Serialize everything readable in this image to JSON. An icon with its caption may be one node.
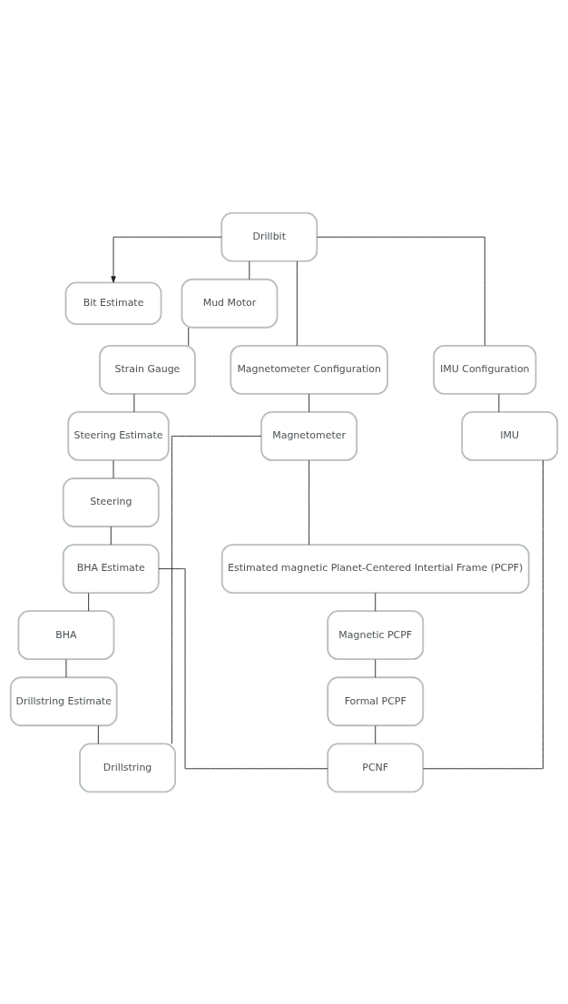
{
  "diagram": {
    "nodes": [
      {
        "text": [
          "Bit Estimate"
        ]
      },
      {
        "text": [
          "Drillbit"
        ]
      },
      {
        "text": [
          "Mud Motor"
        ]
      },
      {
        "text": [
          "Strain Gauge"
        ]
      },
      {
        "text": [
          "Steering Estimate"
        ]
      },
      {
        "text": [
          "Steering"
        ]
      },
      {
        "text": [
          "BHA Estimate"
        ]
      },
      {
        "text": [
          "BHA"
        ]
      },
      {
        "text": [
          "Drillstring Estimate"
        ]
      },
      {
        "text": [
          "Drillstring"
        ]
      },
      {
        "text": [
          "Magnetometer Configuration"
        ]
      },
      {
        "text": [
          "Magnetometer"
        ]
      },
      {
        "text": [
          "Estimated magnetic Planet-Centered Intertial Frame (PCPF)"
        ]
      },
      {
        "text": [
          "Magnetic PCPF"
        ]
      },
      {
        "text": [
          "Formal PCPF"
        ]
      },
      {
        "text": [
          "IMU Configuration"
        ]
      },
      {
        "text": [
          "IMU"
        ]
      },
      {
        "text": [
          "PCNF"
        ]
      }
    ],
    "edges": [
      {
        "from": 1,
        "to": 0,
        "arrow": "to"
      },
      {
        "from": 1,
        "to": 2,
        "arrow": "none"
      },
      {
        "from": 2,
        "to": 3,
        "arrow": "none"
      },
      {
        "from": 3,
        "to": 4,
        "arrow": "none"
      },
      {
        "from": 4,
        "to": 5,
        "arrow": "none"
      },
      {
        "from": 5,
        "to": 6,
        "arrow": "none"
      },
      {
        "from": 6,
        "to": 7,
        "arrow": "none"
      },
      {
        "from": 7,
        "to": 8,
        "arrow": "none"
      },
      {
        "from": 8,
        "to": 9,
        "arrow": "none"
      },
      {
        "from": 1,
        "to": 10,
        "arrow": "none"
      },
      {
        "from": 10,
        "to": 11,
        "arrow": "none"
      },
      {
        "from": 11,
        "to": 12,
        "arrow": "none"
      },
      {
        "from": 12,
        "to": 13,
        "arrow": "none"
      },
      {
        "from": 13,
        "to": 14,
        "arrow": "none"
      },
      {
        "from": 11,
        "to": 9,
        "arrow": "none"
      },
      {
        "from": 1,
        "to": 15,
        "arrow": "none"
      },
      {
        "from": 15,
        "to": 16,
        "arrow": "none"
      },
      {
        "from": 16,
        "to": 17,
        "arrow": "none"
      },
      {
        "from": 6,
        "to": 17,
        "arrow": "none"
      },
      {
        "from": 14,
        "to": 17,
        "arrow": "none"
      }
    ]
  }
}
